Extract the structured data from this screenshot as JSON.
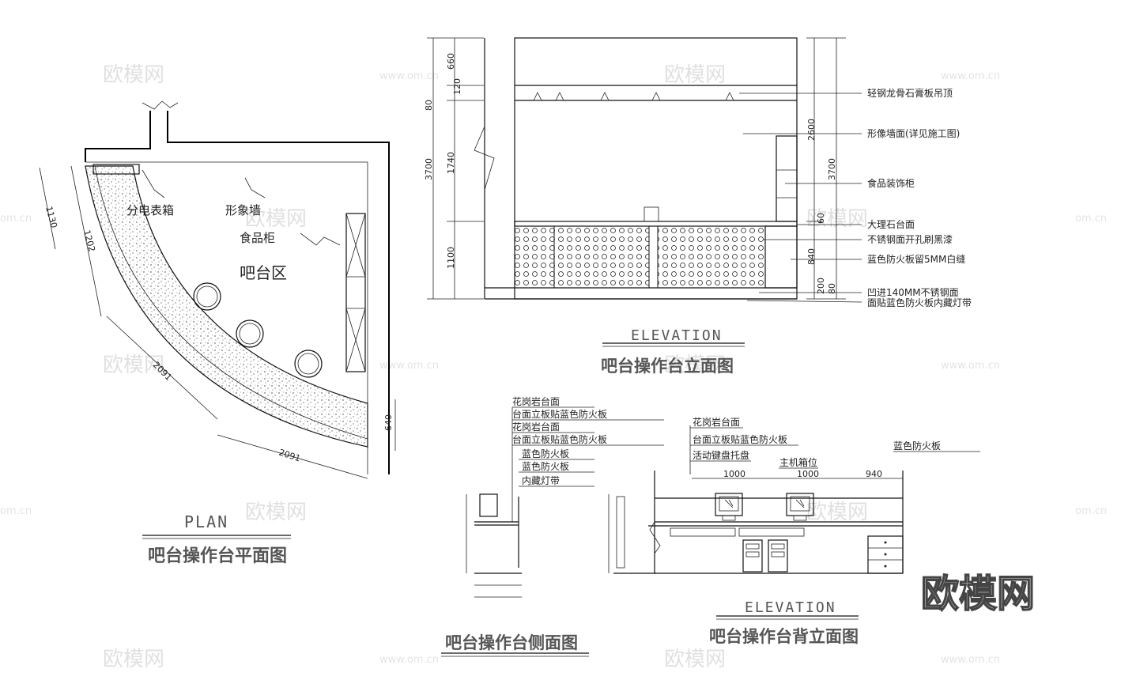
{
  "plan": {
    "title_en": "PLAN",
    "title_cn": "吧台操作台平面图",
    "labels": {
      "panel": "分电表箱",
      "image_wall": "形象墙",
      "food_cabinet": "食品柜",
      "bar_area": "吧台区"
    },
    "dims": {
      "d1130": "1130",
      "d1202": "1202",
      "d2091a": "2091",
      "d2091b": "2091",
      "d640": "640"
    }
  },
  "elevation": {
    "title_en": "ELEVATION",
    "title_cn": "吧台操作台立面图",
    "notes": [
      "轻钢龙骨石膏板吊顶",
      "形像墙面(详见施工图)",
      "食品装饰柜",
      "大理石台面",
      "不锈钢面开孔刷黑漆",
      "蓝色防火板留5MM白缝",
      "凹进140MM不锈钢面",
      "面贴蓝色防火板内藏灯带"
    ],
    "dims_left": {
      "d660": "660",
      "d120": "120",
      "d80": "80",
      "d1740": "1740",
      "d3700": "3700",
      "d1100": "1100"
    },
    "dims_right": {
      "d2600": "2600",
      "d3700": "3700",
      "d60": "60",
      "d840": "840",
      "d200": "200",
      "d80": "80"
    }
  },
  "side": {
    "title_cn": "吧台操作台侧面图",
    "notes": [
      "花岗岩台面",
      "台面立板贴蓝色防火板",
      "花岗岩台面",
      "台面立板贴蓝色防火板",
      "蓝色防火板",
      "蓝色防火板",
      "内藏灯带"
    ]
  },
  "back": {
    "title_en": "ELEVATION",
    "title_cn": "吧台操作台背立面图",
    "notes": [
      "花岗岩台面",
      "台面立板贴蓝色防火板",
      "活动键盘托盘",
      "主机箱位",
      "蓝色防火板"
    ],
    "dims": {
      "d1000a": "1000",
      "d1000b": "1000",
      "d940": "940"
    }
  },
  "watermark": {
    "brand": "欧模网",
    "site": "www.om.cn",
    "site_short": "om.cn"
  }
}
